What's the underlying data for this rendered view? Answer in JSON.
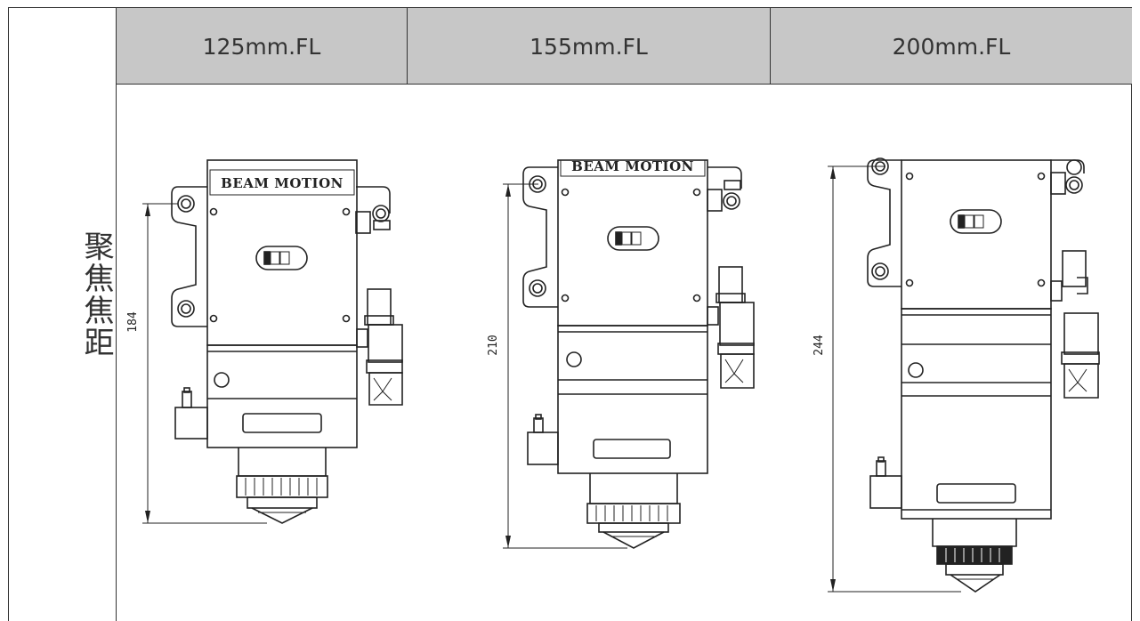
{
  "row_label": "聚焦焦距",
  "columns": [
    {
      "header": "125mm.FL",
      "dimension": "184",
      "brand": "BEAM MOTION"
    },
    {
      "header": "155mm.FL",
      "dimension": "210",
      "brand": "BEAM MOTION"
    },
    {
      "header": "200mm.FL",
      "dimension": "244",
      "brand": ""
    }
  ]
}
